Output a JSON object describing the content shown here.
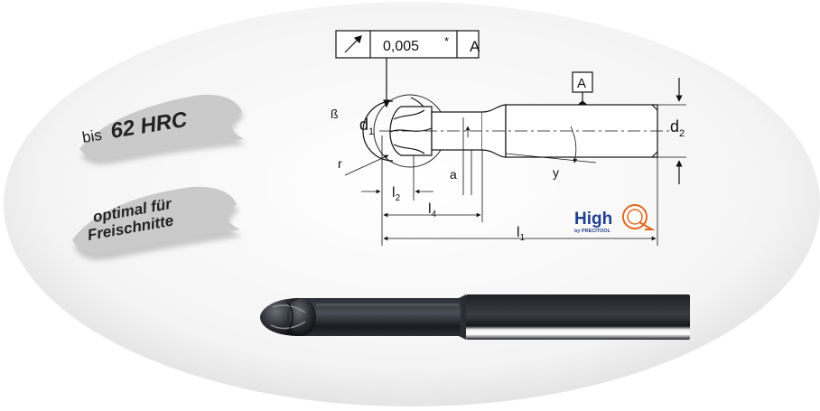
{
  "badges": [
    {
      "prefix": "bis",
      "value": "62 HRC"
    },
    {
      "line1": "optimal für",
      "line2": "Freischnitte"
    }
  ],
  "tolerance_frame": {
    "symbol": "runout-icon",
    "value": "0,005",
    "marker": "*",
    "datum": "A"
  },
  "datum_label": "A",
  "dimensions": {
    "beta": "ß",
    "d1": "d",
    "d1_sub": "1",
    "d2": "d",
    "d2_sub": "2",
    "r": "r",
    "a": "a",
    "gamma": "y",
    "l2": "l",
    "l2_sub": "2",
    "l4": "l",
    "l4_sub": "4",
    "l1": "l",
    "l1_sub": "1"
  },
  "logo": {
    "word": "High",
    "tagline": "by PRECITOOL"
  },
  "colors": {
    "ellipse_fill": "#f2f2f2",
    "badge_fill": "#c9c9c9",
    "logo_blue": "#1f3f8f",
    "logo_orange": "#e3661f",
    "tool_dark": "#2a2c30"
  }
}
